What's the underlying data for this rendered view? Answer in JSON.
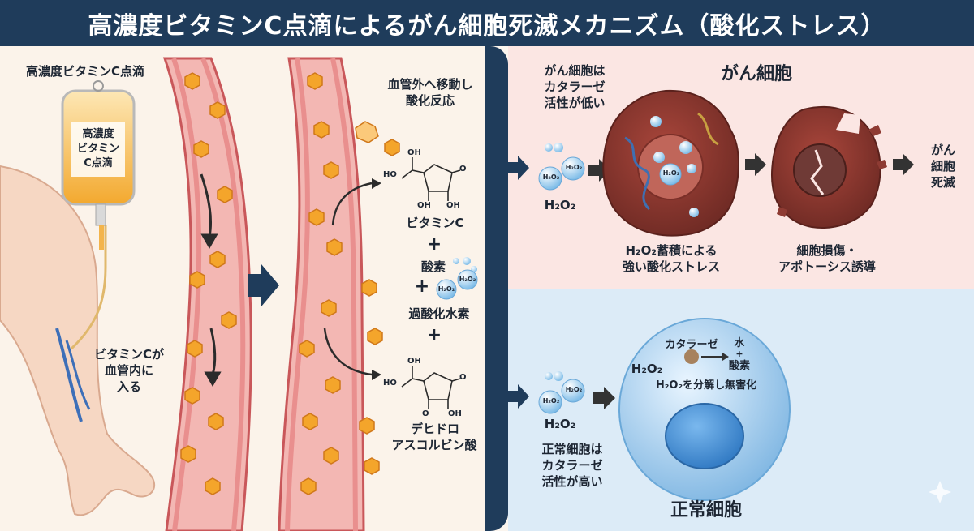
{
  "header": {
    "title": "高濃度ビタミンC点滴によるがん細胞死滅メカニズム（酸化ストレス）"
  },
  "left": {
    "drip_label": "高濃度ビタミンC点滴",
    "bag_label_1": "高濃度",
    "bag_label_2": "ビタミン",
    "bag_label_3": "C点滴",
    "arm_label_1": "ビタミンCが",
    "arm_label_2": "血管内に",
    "arm_label_3": "入る"
  },
  "reaction": {
    "heading_1": "血管外へ移動し",
    "heading_2": "酸化反応",
    "vitc": "ビタミンC",
    "plus1": "+",
    "oxygen": "酸素",
    "plus2": "+",
    "peroxide": "過酸化水素",
    "plus3": "+",
    "dha_1": "デヒドロ",
    "dha_2": "アスコルビン酸",
    "ho": "HO",
    "oh": "OH",
    "o": "O",
    "h2o2_small": "H₂O₂"
  },
  "cancer": {
    "title": "がん細胞",
    "catalase_1": "がん細胞は",
    "catalase_2": "カタラーゼ",
    "catalase_3": "活性が低い",
    "h2o2": "H₂O₂",
    "h2o2_bubble": "H₂O₂",
    "accum_1": "H₂O₂蓄積による",
    "accum_2": "強い酸化ストレス",
    "damage_1": "細胞損傷・",
    "damage_2": "アポトーシス誘導",
    "death_1": "がん",
    "death_2": "細胞",
    "death_3": "死滅"
  },
  "normal": {
    "title": "正常細胞",
    "catalase_1": "正常細胞は",
    "catalase_2": "カタラーゼ",
    "catalase_3": "活性が高い",
    "h2o2": "H₂O₂",
    "h2o2_bubble": "H₂O₂",
    "inner_enzyme": "カタラーゼ",
    "inner_h2o2": "H₂O₂",
    "inner_water": "水",
    "inner_plus": "+",
    "inner_oxygen": "酸素",
    "inner_desc": "H₂O₂を分解し無害化"
  },
  "colors": {
    "navy": "#1f3c5b",
    "vessel": "#e98f8e",
    "vitamin": "#f4a52b",
    "cancer_cell": "#8e3b33",
    "normal_cell": "#8fc3ea",
    "bubble": "#b7dcf5"
  },
  "icons": [
    "iv-bag-icon",
    "arm-icon",
    "blood-vessel-icon",
    "vitamin-c-molecule-icon",
    "h2o2-bubble-icon",
    "cancer-cell-icon",
    "normal-cell-icon",
    "catalase-enzyme-icon",
    "arrow-right-icon"
  ]
}
